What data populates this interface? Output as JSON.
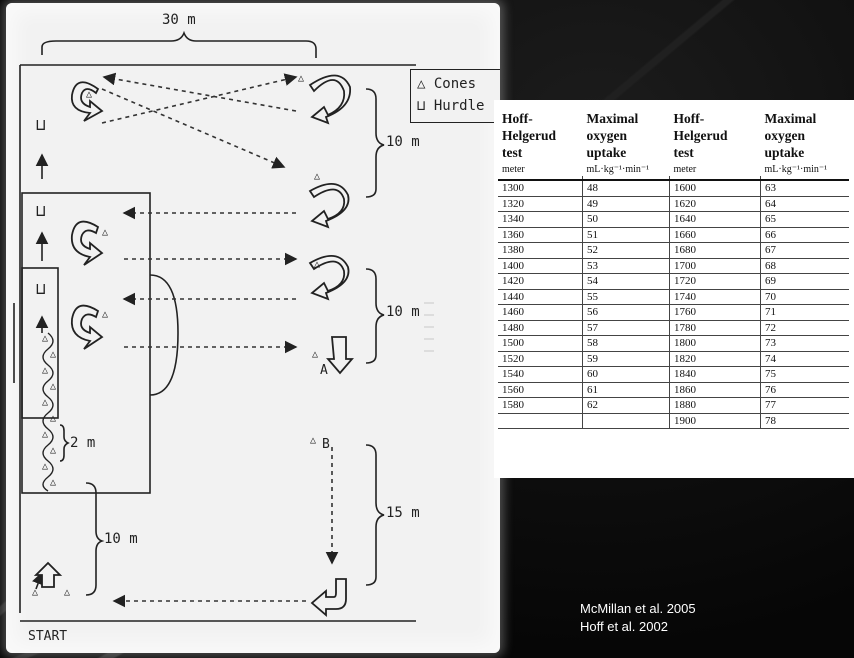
{
  "diagram": {
    "width_label": "30 m",
    "legend_cones": "Cones",
    "legend_hurdle": "Hurdle",
    "segment_10m_top": "10 m",
    "segment_10m_mid": "10 m",
    "segment_2m": "2 m",
    "segment_15m": "15 m",
    "segment_10m_bottom": "10 m",
    "point_a": "A",
    "point_b": "B",
    "start_label": "START",
    "cone_symbol": "△",
    "hurdle_symbol": "⊔"
  },
  "table": {
    "headers": [
      {
        "title_lines": [
          "Hoff-",
          "Helgerud",
          "test"
        ],
        "unit": "meter"
      },
      {
        "title_lines": [
          "Maximal",
          "oxygen",
          "uptake"
        ],
        "unit": "mL·kg⁻¹·min⁻¹"
      },
      {
        "title_lines": [
          "Hoff-",
          "Helgerud",
          "test"
        ],
        "unit": "meter"
      },
      {
        "title_lines": [
          "Maximal",
          "oxygen",
          "uptake"
        ],
        "unit": "mL·kg⁻¹·min⁻¹"
      }
    ],
    "rows": [
      [
        "1300",
        "48",
        "1600",
        "63"
      ],
      [
        "1320",
        "49",
        "1620",
        "64"
      ],
      [
        "1340",
        "50",
        "1640",
        "65"
      ],
      [
        "1360",
        "51",
        "1660",
        "66"
      ],
      [
        "1380",
        "52",
        "1680",
        "67"
      ],
      [
        "1400",
        "53",
        "1700",
        "68"
      ],
      [
        "1420",
        "54",
        "1720",
        "69"
      ],
      [
        "1440",
        "55",
        "1740",
        "70"
      ],
      [
        "1460",
        "56",
        "1760",
        "71"
      ],
      [
        "1480",
        "57",
        "1780",
        "72"
      ],
      [
        "1500",
        "58",
        "1800",
        "73"
      ],
      [
        "1520",
        "59",
        "1820",
        "74"
      ],
      [
        "1540",
        "60",
        "1840",
        "75"
      ],
      [
        "1560",
        "61",
        "1860",
        "76"
      ],
      [
        "1580",
        "62",
        "1880",
        "77"
      ],
      [
        "",
        "",
        "1900",
        "78"
      ]
    ]
  },
  "references": [
    "McMillan et al. 2005",
    "Hoff et al. 2002"
  ]
}
